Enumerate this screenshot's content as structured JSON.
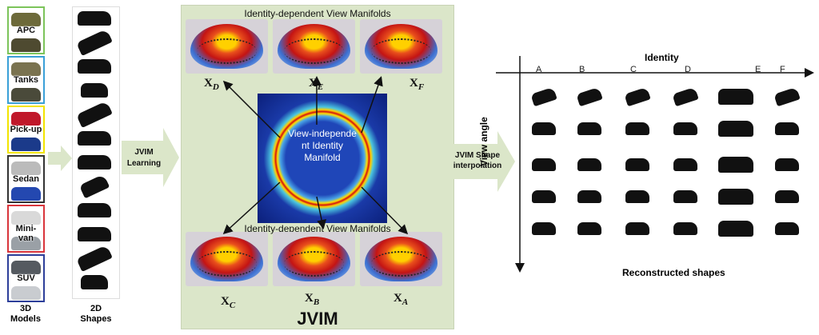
{
  "categories": [
    {
      "label": "APC",
      "color": "#7cc45a"
    },
    {
      "label": "Tanks",
      "color": "#3aa0d8"
    },
    {
      "label": "Pick-up",
      "color": "#f2e400"
    },
    {
      "label": "Sedan",
      "color": "#333333"
    },
    {
      "label": "Mini-van",
      "color": "#d9353b"
    },
    {
      "label": "SUV",
      "color": "#2d3f9a"
    }
  ],
  "left_labels": {
    "models": "3D Models",
    "shapes": "2D Shapes"
  },
  "arrows": {
    "jvim_learning": "JVIM Learning",
    "jvim_interp": "JVIM Shape interpolation"
  },
  "panel": {
    "top_title": "Identity-dependent View Manifolds",
    "bottom_title": "Identity-dependent View Manifolds",
    "center_text": "View-independe nt Identity Manifold",
    "footer": "JVIM",
    "x_labels": {
      "d": "D",
      "e": "E",
      "f": "F",
      "c": "C",
      "b": "B",
      "a": "A"
    }
  },
  "grid": {
    "identity_label": "Identity",
    "view_angle_label": "View angle",
    "columns": [
      "A",
      "B",
      "C",
      "D",
      "E",
      "F"
    ],
    "caption": "Reconstructed shapes"
  }
}
